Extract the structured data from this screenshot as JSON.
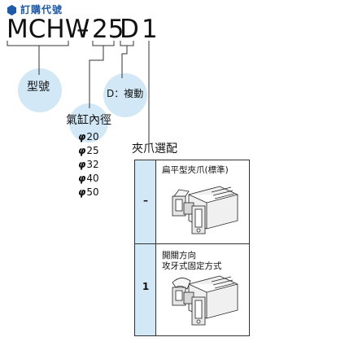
{
  "header": {
    "title": "訂購代號"
  },
  "code": {
    "part1": "MCHW",
    "dash": "–",
    "part2": "25",
    "part3": "D",
    "part4": "1"
  },
  "labels": {
    "model": "型號",
    "bore": "氣缸內徑",
    "action": "D：複動",
    "jaw": "夾爪選配"
  },
  "bores": [
    {
      "symbol": "φ",
      "value": "20"
    },
    {
      "symbol": "φ",
      "value": "25"
    },
    {
      "symbol": "φ",
      "value": "32"
    },
    {
      "symbol": "φ",
      "value": "40"
    },
    {
      "symbol": "φ",
      "value": "50"
    }
  ],
  "jaw_table": {
    "rows": [
      {
        "code": "–",
        "desc_line1": "扁平型夾爪(標準)",
        "desc_line2": ""
      },
      {
        "code": "1",
        "desc_line1": "開關方向",
        "desc_line2": "攻牙式固定方式"
      }
    ]
  },
  "colors": {
    "accent": "#1f5aa8",
    "bubble": "#d3e8f6",
    "line": "#333333"
  },
  "icons": {
    "header": "hexagon-icon"
  }
}
